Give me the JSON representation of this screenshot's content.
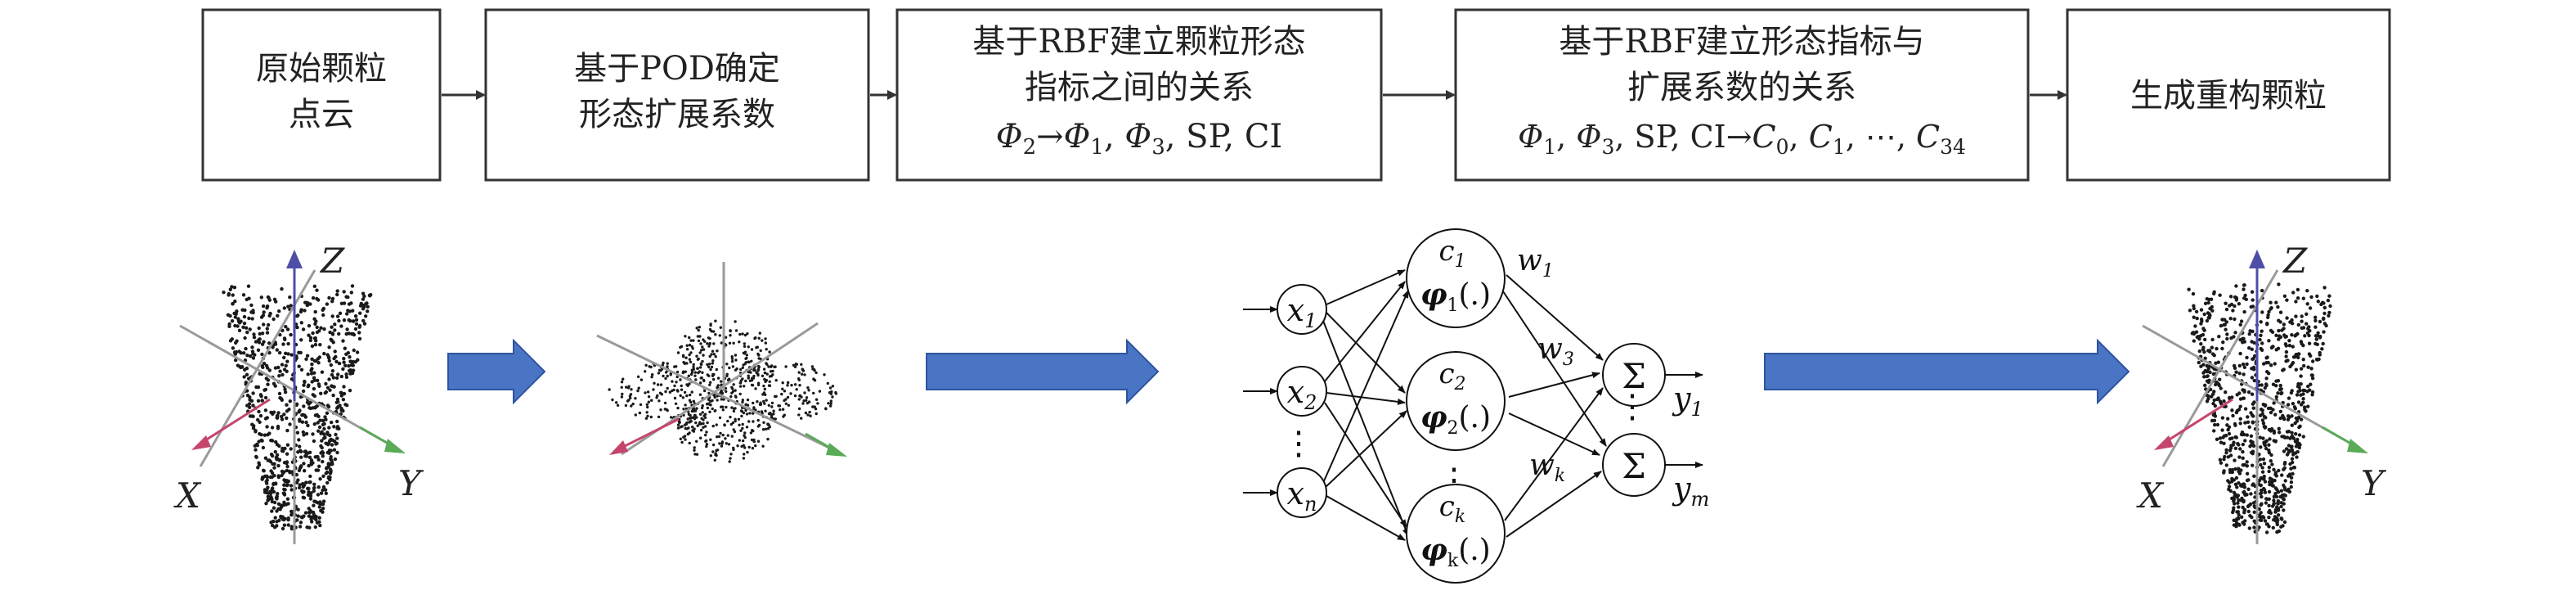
{
  "flow_boxes": [
    {
      "lines": [
        "原始颗粒",
        "点云"
      ]
    },
    {
      "lines": [
        "基于POD确定",
        "形态扩展系数"
      ]
    },
    {
      "lines": [
        "基于RBF建立颗粒形态",
        "指标之间的关系"
      ],
      "formula": [
        "Φ",
        "2",
        "→",
        "Φ",
        "1",
        ", ",
        "Φ",
        "3",
        ", SP, CI"
      ]
    },
    {
      "lines": [
        "基于RBF建立形态指标与",
        "扩展系数的关系"
      ],
      "formula": [
        "Φ",
        "1",
        ", ",
        "Φ",
        "3",
        ", SP, CI→",
        "C",
        "0",
        ", ",
        "C",
        "1",
        ", ⋯, ",
        "C",
        "34"
      ]
    },
    {
      "lines": [
        "生成重构颗粒"
      ]
    }
  ],
  "axes_labels": {
    "x": "X",
    "y": "Y",
    "z": "Z"
  },
  "network": {
    "inputs": [
      {
        "base": "x",
        "sub": "1"
      },
      {
        "base": "x",
        "sub": "2"
      },
      {
        "base": "x",
        "sub": "n"
      }
    ],
    "hidden": [
      {
        "c": "c",
        "c_sub": "1",
        "phi": "φ",
        "phi_sub": "1",
        "phi_arg": "(.)"
      },
      {
        "c": "c",
        "c_sub": "2",
        "phi": "φ",
        "phi_sub": "2",
        "phi_arg": "(.)"
      },
      {
        "c": "c",
        "c_sub": "k",
        "phi": "φ",
        "phi_sub": "k",
        "phi_arg": "(.)"
      }
    ],
    "weights": [
      {
        "base": "w",
        "sub": "1"
      },
      {
        "base": "w",
        "sub": "3"
      },
      {
        "base": "w",
        "sub": "k"
      }
    ],
    "sum_symbol": "Σ",
    "outputs": [
      {
        "base": "y",
        "sub": "1"
      },
      {
        "base": "y",
        "sub": "m"
      }
    ],
    "vdots": "⋮"
  },
  "colors": {
    "box_border": "#333333",
    "text": "#222222",
    "flow_arrow": "#333333",
    "big_arrow": "#4a74c4",
    "big_arrow_edge": "#2e54a0",
    "axis_gray": "#9a9a9a",
    "axis_z": "#4e4ea8",
    "axis_x": "#c5456b",
    "axis_y": "#5aaa57",
    "dot": "#1a1a1a"
  }
}
